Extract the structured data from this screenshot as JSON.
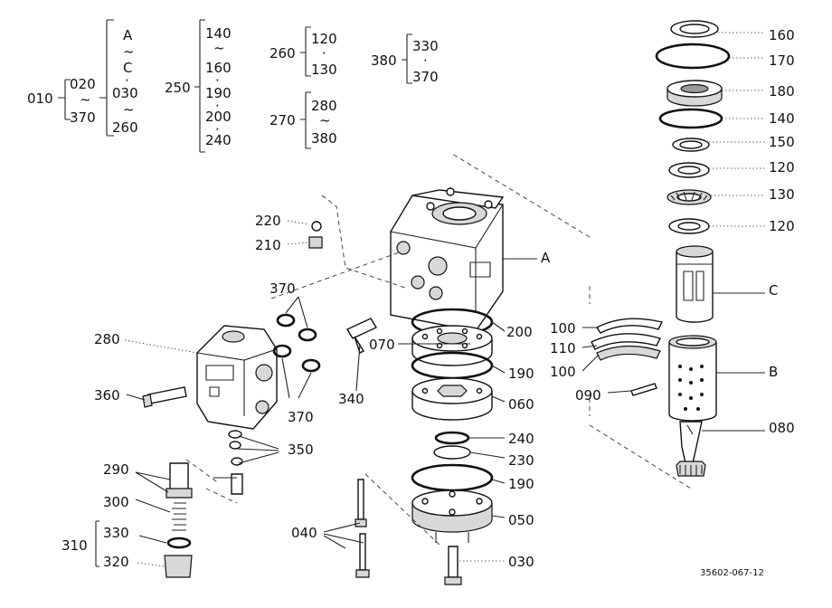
{
  "groups": {
    "g010": {
      "root": "010",
      "left": [
        "020",
        "~",
        "370"
      ],
      "right": [
        "A",
        "~",
        "C",
        "·",
        "030",
        "~",
        "260"
      ]
    },
    "g250": {
      "root": "250",
      "items": [
        "140",
        "~",
        "160",
        "·",
        "190",
        "·",
        "200",
        "·",
        "240"
      ]
    },
    "g260": {
      "root": "260",
      "items": [
        "120",
        "·",
        "130"
      ]
    },
    "g270": {
      "root": "270",
      "items": [
        "280",
        "~",
        "380"
      ]
    },
    "g380": {
      "root": "380",
      "items": [
        "330",
        "·",
        "370"
      ]
    }
  },
  "callouts": {
    "c160": "160",
    "c170": "170",
    "c180": "180",
    "c140": "140",
    "c150": "150",
    "c120a": "120",
    "c130": "130",
    "c120b": "120",
    "cC": "C",
    "cB": "B",
    "c080": "080",
    "cA": "A",
    "c200": "200",
    "c070": "070",
    "c190a": "190",
    "c060": "060",
    "c240": "240",
    "c230": "230",
    "c190b": "190",
    "c050": "050",
    "c030": "030",
    "c220": "220",
    "c210": "210",
    "c370a": "370",
    "c280": "280",
    "c360": "360",
    "c340": "340",
    "c370b": "370",
    "c350": "350",
    "c290": "290",
    "c300": "300",
    "c310": "310",
    "c330": "330",
    "c320": "320",
    "c040": "040",
    "c100a": "100",
    "c110": "110",
    "c100b": "100",
    "c090": "090"
  },
  "figure_code": "35602-067-12"
}
